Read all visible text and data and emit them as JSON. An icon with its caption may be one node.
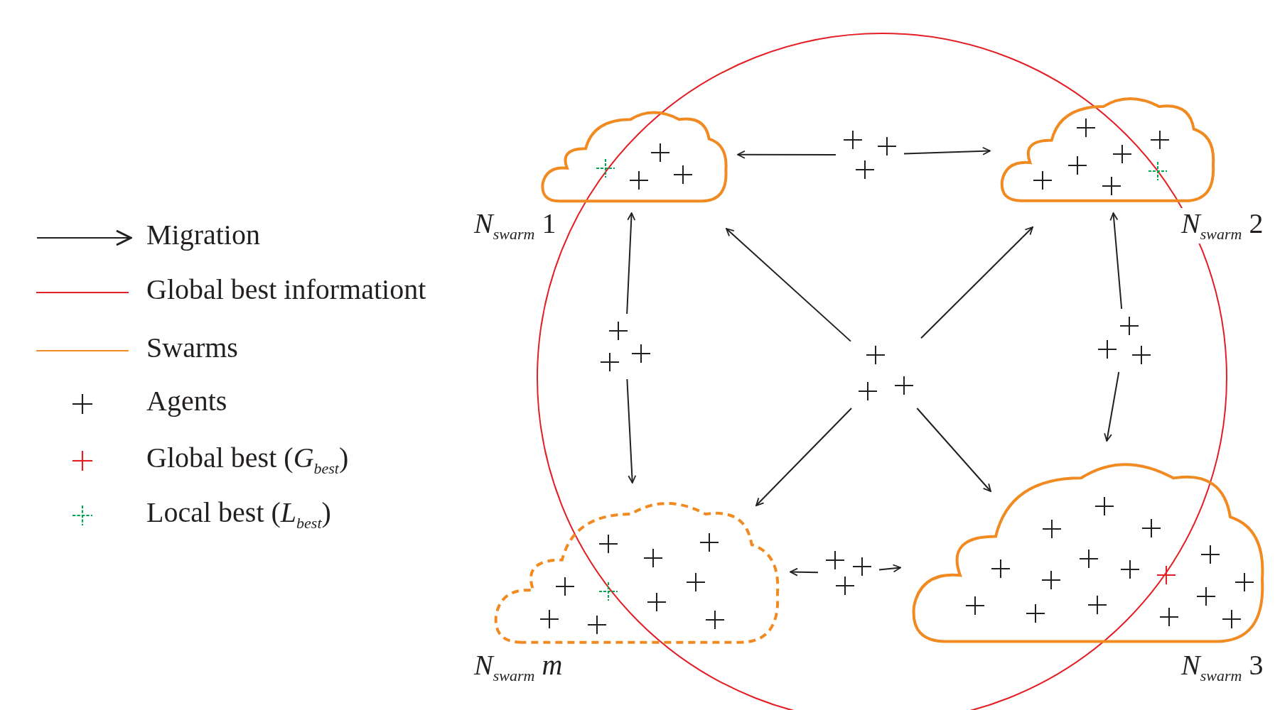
{
  "diagram": {
    "nodes": [
      {
        "text": [],
        "shape": "cloud",
        "beside": [
          "*N*$_{swarm}$ 1"
        ]
      },
      {
        "text": [],
        "shape": "cloud",
        "beside": [
          "*N*$_{swarm}$ 2"
        ]
      },
      {
        "text": [],
        "shape": "cloud",
        "beside": [
          "*N*$_{swarm}$ *m*"
        ]
      },
      {
        "text": [],
        "shape": "cloud",
        "beside": [
          "*N*$_{swarm}$ 3"
        ]
      },
      {
        "text": [],
        "shape": "plus"
      },
      {
        "text": [],
        "shape": "plus"
      },
      {
        "text": [],
        "shape": "plus"
      },
      {
        "text": [],
        "shape": "plus"
      },
      {
        "text": [],
        "shape": "plus"
      }
    ],
    "edges": [
      {
        "from": 4,
        "to": 0,
        "arrow": "to"
      },
      {
        "from": 4,
        "to": 1,
        "arrow": "to"
      },
      {
        "from": 5,
        "to": 0,
        "arrow": "to"
      },
      {
        "from": 5,
        "to": 2,
        "arrow": "to"
      },
      {
        "from": 6,
        "to": 1,
        "arrow": "to"
      },
      {
        "from": 6,
        "to": 3,
        "arrow": "to"
      },
      {
        "from": 7,
        "to": 2,
        "arrow": "to"
      },
      {
        "from": 7,
        "to": 3,
        "arrow": "to"
      },
      {
        "from": 8,
        "to": 0,
        "arrow": "to"
      },
      {
        "from": 8,
        "to": 1,
        "arrow": "to"
      },
      {
        "from": 8,
        "to": 2,
        "arrow": "to"
      },
      {
        "from": 8,
        "to": 3,
        "arrow": "to"
      }
    ],
    "legend": [
      {
        "text": "Migration"
      },
      {
        "text": "Global best informationt"
      },
      {
        "text": "Swarms"
      },
      {
        "text": "Agents"
      },
      {
        "text": "Global best (*G*$_{best}$)"
      },
      {
        "text": "Local best (*L*$_{best}$)"
      }
    ]
  }
}
